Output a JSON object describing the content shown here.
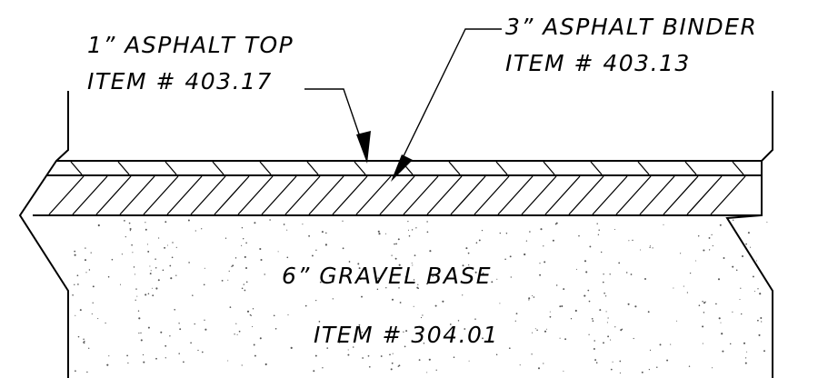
{
  "labels": {
    "asphalt_top_line1": "1” ASPHALT TOP",
    "asphalt_top_line2": "ITEM # 403.17",
    "asphalt_binder_line1": "3” ASPHALT BINDER",
    "asphalt_binder_line2": "ITEM # 403.13",
    "gravel_base_line1": "6” GRAVEL BASE",
    "gravel_base_line2": "ITEM # 304.01"
  },
  "colors": {
    "ink": "#000000",
    "background": "#ffffff"
  }
}
